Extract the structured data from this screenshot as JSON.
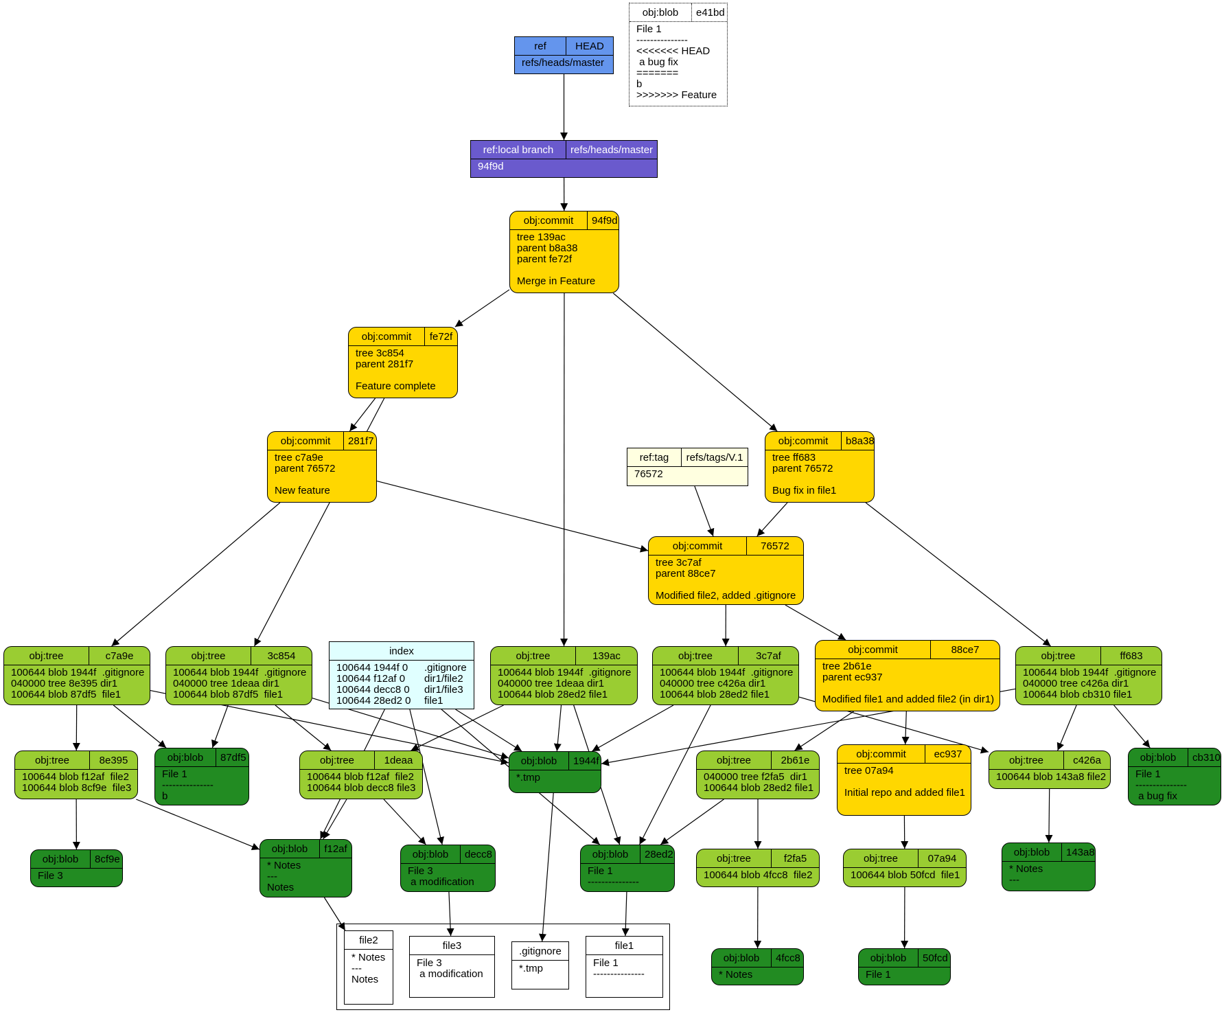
{
  "colors": {
    "ref": "#6495ed",
    "local_branch": "#6a5acd",
    "commit": "#ffd700",
    "tree": "#9acd32",
    "blob": "#228b22",
    "tag": "#ffffe0",
    "index": "#e0ffff",
    "file": "#ffffff"
  },
  "nodes": {
    "head": {
      "kind": "ref",
      "left": "ref",
      "right": "HEAD",
      "body": "refs/heads/master"
    },
    "master": {
      "kind": "local_branch",
      "left": "ref:local branch",
      "right": "refs/heads/master",
      "body": "94f9d"
    },
    "c94f9d": {
      "kind": "commit",
      "left": "obj:commit",
      "right": "94f9d",
      "body": "tree 139ac\nparent b8a38\nparent fe72f\n\nMerge in Feature"
    },
    "cfe72f": {
      "kind": "commit",
      "left": "obj:commit",
      "right": "fe72f",
      "body": "tree 3c854\nparent 281f7\n\nFeature complete"
    },
    "c281f7": {
      "kind": "commit",
      "left": "obj:commit",
      "right": "281f7",
      "body": "tree c7a9e\nparent 76572\n\nNew feature"
    },
    "cb8a38": {
      "kind": "commit",
      "left": "obj:commit",
      "right": "b8a38",
      "body": "tree ff683\nparent 76572\n\nBug fix in file1"
    },
    "tag": {
      "kind": "tag",
      "left": "ref:tag",
      "right": "refs/tags/V.1",
      "body": "76572"
    },
    "c76572": {
      "kind": "commit",
      "left": "obj:commit",
      "right": "76572",
      "body": "tree 3c7af\nparent 88ce7\n\nModified file2, added .gitignore"
    },
    "c88ce7": {
      "kind": "commit",
      "left": "obj:commit",
      "right": "88ce7",
      "body": "tree 2b61e\nparent ec937\n\nModified file1 and added file2 (in dir1)"
    },
    "cec937": {
      "kind": "commit",
      "left": "obj:commit",
      "right": "ec937",
      "body": "tree 07a94\n\nInitial repo and added file1"
    },
    "tc7a9e": {
      "kind": "tree",
      "left": "obj:tree",
      "right": "c7a9e",
      "body": "100644 blob 1944f  .gitignore\n040000 tree 8e395 dir1\n100644 blob 87df5  file1"
    },
    "t3c854": {
      "kind": "tree",
      "left": "obj:tree",
      "right": "3c854",
      "body": "100644 blob 1944f  .gitignore\n040000 tree 1deaa dir1\n100644 blob 87df5  file1"
    },
    "t139ac": {
      "kind": "tree",
      "left": "obj:tree",
      "right": "139ac",
      "body": "100644 blob 1944f  .gitignore\n040000 tree 1deaa dir1\n100644 blob 28ed2 file1"
    },
    "t3c7af": {
      "kind": "tree",
      "left": "obj:tree",
      "right": "3c7af",
      "body": "100644 blob 1944f  .gitignore\n040000 tree c426a dir1\n100644 blob 28ed2 file1"
    },
    "tff683": {
      "kind": "tree",
      "left": "obj:tree",
      "right": "ff683",
      "body": "100644 blob 1944f  .gitignore\n040000 tree c426a dir1\n100644 blob cb310 file1"
    },
    "t8e395": {
      "kind": "tree",
      "left": "obj:tree",
      "right": "8e395",
      "body": "100644 blob f12af  file2\n100644 blob 8cf9e  file3"
    },
    "t1deaa": {
      "kind": "tree",
      "left": "obj:tree",
      "right": "1deaa",
      "body": "100644 blob f12af  file2\n100644 blob decc8 file3"
    },
    "t2b61e": {
      "kind": "tree",
      "left": "obj:tree",
      "right": "2b61e",
      "body": "040000 tree f2fa5  dir1\n100644 blob 28ed2 file1"
    },
    "tc426a": {
      "kind": "tree",
      "left": "obj:tree",
      "right": "c426a",
      "body": "100644 blob 143a8 file2"
    },
    "tf2fa5": {
      "kind": "tree",
      "left": "obj:tree",
      "right": "f2fa5",
      "body": "100644 blob 4fcc8  file2"
    },
    "t07a94": {
      "kind": "tree",
      "left": "obj:tree",
      "right": "07a94",
      "body": "100644 blob 50fcd  file1"
    },
    "b87df5": {
      "kind": "blob",
      "left": "obj:blob",
      "right": "87df5",
      "body": "File 1\n---------------\nb"
    },
    "b1944f": {
      "kind": "blob",
      "left": "obj:blob",
      "right": "1944f",
      "body": "*.tmp"
    },
    "bcb310": {
      "kind": "blob",
      "left": "obj:blob",
      "right": "cb310",
      "body": "File 1\n---------------\n a bug fix"
    },
    "b8cf9e": {
      "kind": "blob",
      "left": "obj:blob",
      "right": "8cf9e",
      "body": "File 3"
    },
    "bf12af": {
      "kind": "blob",
      "left": "obj:blob",
      "right": "f12af",
      "body": "* Notes\n---\nNotes"
    },
    "bdecc8": {
      "kind": "blob",
      "left": "obj:blob",
      "right": "decc8",
      "body": "File 3\n a modification"
    },
    "b28ed2": {
      "kind": "blob",
      "left": "obj:blob",
      "right": "28ed2",
      "body": "File 1\n---------------"
    },
    "b143a8": {
      "kind": "blob",
      "left": "obj:blob",
      "right": "143a8",
      "body": "* Notes\n---"
    },
    "b4fcc8": {
      "kind": "blob",
      "left": "obj:blob",
      "right": "4fcc8",
      "body": "* Notes"
    },
    "b50fcd": {
      "kind": "blob",
      "left": "obj:blob",
      "right": "50fcd",
      "body": "File 1"
    },
    "be41bd": {
      "kind": "blob_dotted",
      "left": "obj:blob",
      "right": "e41bd",
      "body": "File 1\n---------------\n<<<<<<< HEAD\n a bug fix\n=======\nb\n>>>>>>> Feature"
    }
  },
  "index": {
    "title": "index",
    "entries": [
      {
        "mode": "100644",
        "hash": "1944f",
        "stage": "0",
        "path": ".gitignore"
      },
      {
        "mode": "100644",
        "hash": "f12af",
        "stage": "0",
        "path": "dir1/file2"
      },
      {
        "mode": "100644",
        "hash": "decc8",
        "stage": "0",
        "path": "dir1/file3"
      },
      {
        "mode": "100644",
        "hash": "28ed2",
        "stage": "0",
        "path": "file1"
      }
    ]
  },
  "working_files": {
    "file2": {
      "name": "file2",
      "content": "* Notes\n---\nNotes"
    },
    "file3": {
      "name": "file3",
      "content": "File 3\n a modification"
    },
    "gitignore": {
      "name": ".gitignore",
      "content": "*.tmp"
    },
    "file1": {
      "name": "file1",
      "content": "File 1\n---------------"
    }
  },
  "edges": [
    [
      "head",
      "master"
    ],
    [
      "master",
      "c94f9d"
    ],
    [
      "c94f9d",
      "cfe72f"
    ],
    [
      "c94f9d",
      "t139ac"
    ],
    [
      "c94f9d",
      "cb8a38"
    ],
    [
      "cfe72f",
      "c281f7"
    ],
    [
      "cfe72f",
      "t3c854"
    ],
    [
      "c281f7",
      "tc7a9e"
    ],
    [
      "c281f7",
      "c76572"
    ],
    [
      "tag",
      "c76572"
    ],
    [
      "cb8a38",
      "c76572"
    ],
    [
      "cb8a38",
      "tff683"
    ],
    [
      "c76572",
      "t3c7af"
    ],
    [
      "c76572",
      "c88ce7"
    ],
    [
      "c88ce7",
      "t2b61e"
    ],
    [
      "c88ce7",
      "cec937"
    ],
    [
      "cec937",
      "t07a94"
    ],
    [
      "tc7a9e",
      "t8e395"
    ],
    [
      "tc7a9e",
      "b87df5"
    ],
    [
      "tc7a9e",
      "b1944f"
    ],
    [
      "t3c854",
      "b87df5"
    ],
    [
      "t3c854",
      "t1deaa"
    ],
    [
      "t3c854",
      "b1944f"
    ],
    [
      "t139ac",
      "t1deaa"
    ],
    [
      "t139ac",
      "b1944f"
    ],
    [
      "t139ac",
      "b28ed2"
    ],
    [
      "t3c7af",
      "b1944f"
    ],
    [
      "t3c7af",
      "b28ed2"
    ],
    [
      "t3c7af",
      "tc426a"
    ],
    [
      "tff683",
      "b1944f"
    ],
    [
      "tff683",
      "tc426a"
    ],
    [
      "tff683",
      "bcb310"
    ],
    [
      "t8e395",
      "b8cf9e"
    ],
    [
      "t8e395",
      "bf12af"
    ],
    [
      "t1deaa",
      "bf12af"
    ],
    [
      "t1deaa",
      "bdecc8"
    ],
    [
      "t2b61e",
      "b28ed2"
    ],
    [
      "t2b61e",
      "tf2fa5"
    ],
    [
      "tc426a",
      "b143a8"
    ],
    [
      "tf2fa5",
      "b4fcc8"
    ],
    [
      "t07a94",
      "b50fcd"
    ],
    [
      "index",
      "bf12af"
    ],
    [
      "index",
      "b1944f"
    ],
    [
      "index",
      "bdecc8"
    ],
    [
      "index",
      "b28ed2"
    ],
    [
      "bf12af",
      "wf_file2"
    ],
    [
      "bdecc8",
      "wf_file3"
    ],
    [
      "b1944f",
      "wf_gitignore"
    ],
    [
      "b28ed2",
      "wf_file1"
    ]
  ]
}
